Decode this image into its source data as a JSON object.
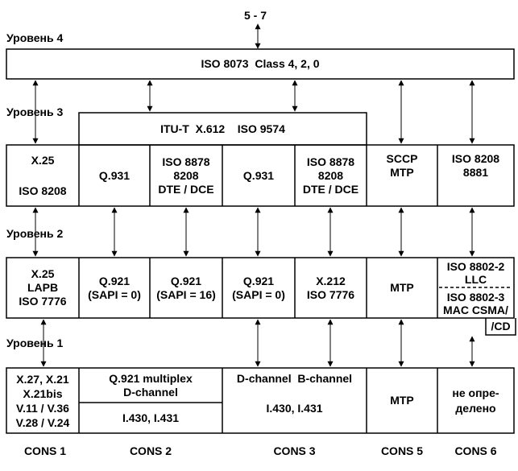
{
  "top_label": "5 - 7",
  "levels": [
    "Уровень 4",
    "Уровень 3",
    "Уровень 2",
    "Уровень 1"
  ],
  "level4": {
    "box": "ISO 8073  Class 4, 2, 0"
  },
  "level3": {
    "itu": "ITU-T  X.612    ISO 9574",
    "c1_top": "X.25",
    "c1_bottom": "ISO 8208",
    "c2": "Q.931",
    "c3": [
      "ISO 8878",
      "8208",
      "DTE / DCE"
    ],
    "c4": "Q.931",
    "c5": [
      "ISO 8878",
      "8208",
      "DTE / DCE"
    ],
    "c6": [
      "SCCP",
      "MTP"
    ],
    "c7": [
      "ISO 8208",
      "8881"
    ]
  },
  "level2": {
    "c1": [
      "X.25",
      "LAPB",
      "ISO 7776"
    ],
    "c2": [
      "Q.921",
      "(SAPI = 0)"
    ],
    "c3": [
      "Q.921",
      "(SAPI = 16)"
    ],
    "c4": [
      "Q.921",
      "(SAPI = 0)"
    ],
    "c5": [
      "X.212",
      "ISO 7776"
    ],
    "c6": "MTP",
    "c7a": [
      "ISO 8802-2",
      "LLC"
    ],
    "c7b": [
      "ISO 8802-3",
      "MAC CSMA/"
    ],
    "c7c": "/CD"
  },
  "level1": {
    "c1": [
      "X.27, X.21",
      "X.21bis",
      "V.11 / V.36",
      "V.28 / V.24"
    ],
    "c2_top": [
      "Q.921 multiplex",
      "D-channel"
    ],
    "c2_bottom": "I.430, I.431",
    "c3_top": "D-channel  B-channel",
    "c3_bottom": "I.430, I.431",
    "c4": "MTP",
    "c5": [
      "не опре-",
      "делено"
    ]
  },
  "cons": [
    "CONS 1",
    "CONS 2",
    "CONS 3",
    "CONS 5",
    "CONS 6"
  ]
}
